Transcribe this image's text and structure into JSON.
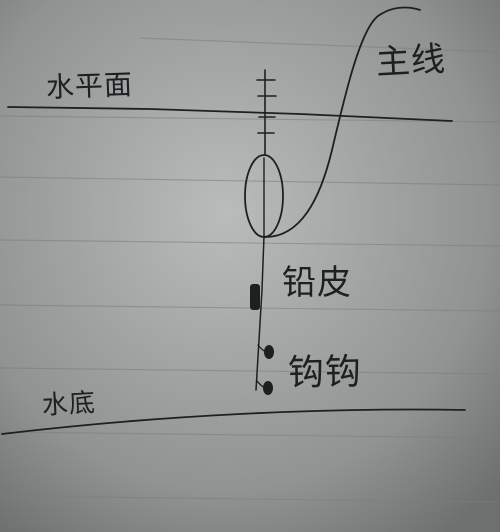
{
  "labels": {
    "water_surface": "水平面",
    "main_line": "主线",
    "split_weight": "铅皮",
    "hooks": "钩钩",
    "bottom": "水底"
  },
  "colors": {
    "paper": "#8d9190",
    "ruled_line": "#6f7377",
    "ink": "#1d1f21"
  },
  "parts": {
    "float_marks": "tick-marks",
    "float": "oval-float",
    "weight": "split-shot",
    "hooks": "two-hooks"
  }
}
